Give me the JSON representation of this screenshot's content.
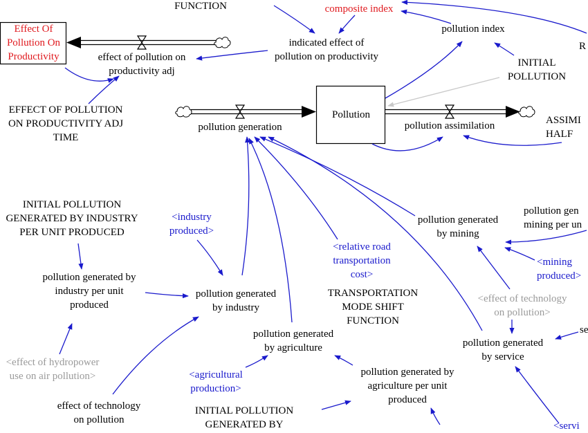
{
  "colors": {
    "link": "#1a1acc",
    "stock_border": "#000000",
    "red_text": "#e0191e",
    "shadow_text": "#9a9a9a",
    "info_link": "#c8c8c8"
  },
  "stocks": {
    "effect_of_pollution_on_productivity": "Effect Of\nPollution On\nProductivity",
    "pollution": "Pollution"
  },
  "flows": {
    "effect_of_pollution_on_productivity_adj": "effect of pollution on\nproductivity adj",
    "pollution_generation": "pollution generation",
    "pollution_assimilation": "pollution assimilation"
  },
  "variables": {
    "function_top": "FUNCTION",
    "composite_index": "composite index",
    "indicated_effect": "indicated effect of\npollution on productivity",
    "pollution_index": "pollution index",
    "r_cut": "R",
    "initial_pollution": "INITIAL\nPOLLUTION",
    "effect_adj_time": "EFFECT OF POLLUTION\nON PRODUCTIVITY ADJ\nTIME",
    "assimilation_half": "ASSIMI\nHALF",
    "initial_pollution_industry": "INITIAL POLLUTION\nGENERATED BY INDUSTRY\nPER UNIT PRODUCED",
    "industry_produced": "<industry\nproduced>",
    "relative_road": "<relative road\ntransportation\ncost>",
    "pollution_generated_by_mining": "pollution generated\nby mining",
    "pollution_gen_mining_per_unit": "pollution gen\nmining per un",
    "mining_produced": "<mining\nproduced>",
    "pollution_by_industry_per_unit": "pollution generated by\nindustry per unit\nproduced",
    "pollution_generated_by_industry": "pollution generated\nby industry",
    "transportation_mode_shift": "TRANSPORTATION\nMODE SHIFT\nFUNCTION",
    "effect_of_technology_shadow": "<effect of technology\non pollution>",
    "pollution_generated_by_service": "pollution generated\nby service",
    "se_cut": "se",
    "effect_of_hydropower": "<effect of hydropower\nuse on air pollution>",
    "pollution_generated_by_agriculture": "pollution generated\nby agriculture",
    "agricultural_production": "<agricultural\nproduction>",
    "pollution_by_agriculture_per_unit": "pollution generated by\nagriculture per unit\nproduced",
    "effect_of_technology": "effect of technology\non pollution",
    "initial_pollution_generated_by": "INITIAL POLLUTION\nGENERATED BY",
    "service_cut": "<servi"
  }
}
